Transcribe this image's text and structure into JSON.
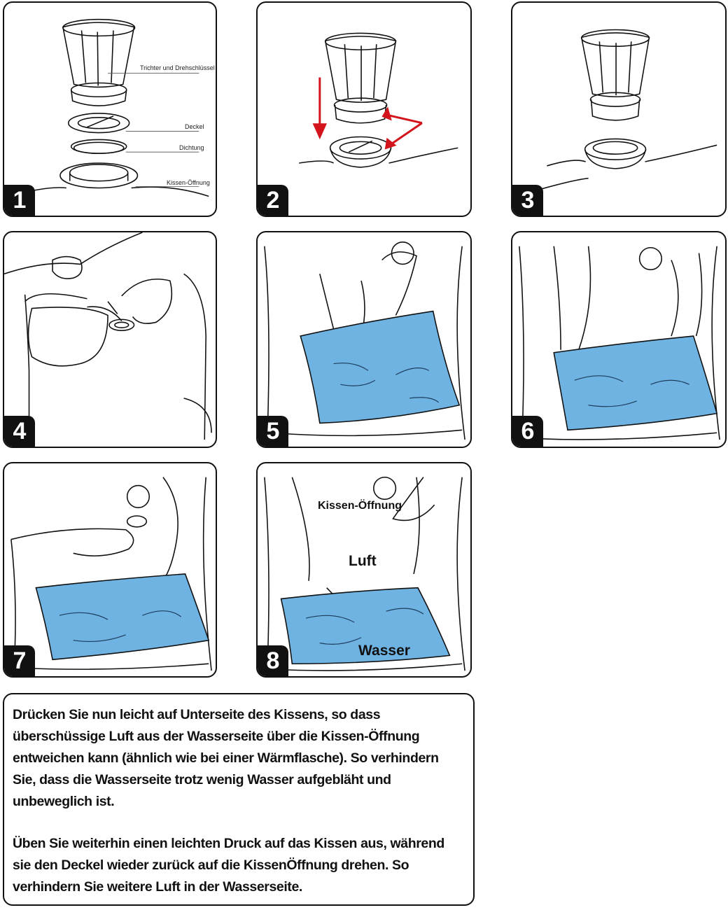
{
  "colors": {
    "water": "#6fb3e3",
    "arrow": "#d4141c",
    "line": "#111111",
    "badge": "#111111"
  },
  "panels": [
    {
      "step": "1",
      "labels": {
        "funnel": "Trichter und Drehschlüssel",
        "lid": "Deckel",
        "seal": "Dichtung",
        "opening": "Kissen-Öffnung"
      }
    },
    {
      "step": "2"
    },
    {
      "step": "3"
    },
    {
      "step": "4"
    },
    {
      "step": "5"
    },
    {
      "step": "6"
    },
    {
      "step": "7"
    },
    {
      "step": "8",
      "labels": {
        "opening": "Kissen-Öffnung",
        "air": "Luft",
        "water": "Wasser"
      }
    }
  ],
  "instructions": {
    "paragraph1": "Drücken Sie nun leicht auf Unterseite des Kissens, so dass überschüssige Luft aus der Wasserseite über die Kissen-Öffnung entweichen kann (ähnlich wie bei einer Wärmflasche). So verhindern Sie, dass die Wasserseite trotz wenig Wasser aufgebläht und unbeweglich ist.",
    "paragraph2": "Üben Sie weiterhin einen leichten Druck auf das Kissen aus, während sie den Deckel wieder zurück auf die KissenÖffnung drehen. So verhindern Sie weitere Luft in der Wasserseite."
  }
}
